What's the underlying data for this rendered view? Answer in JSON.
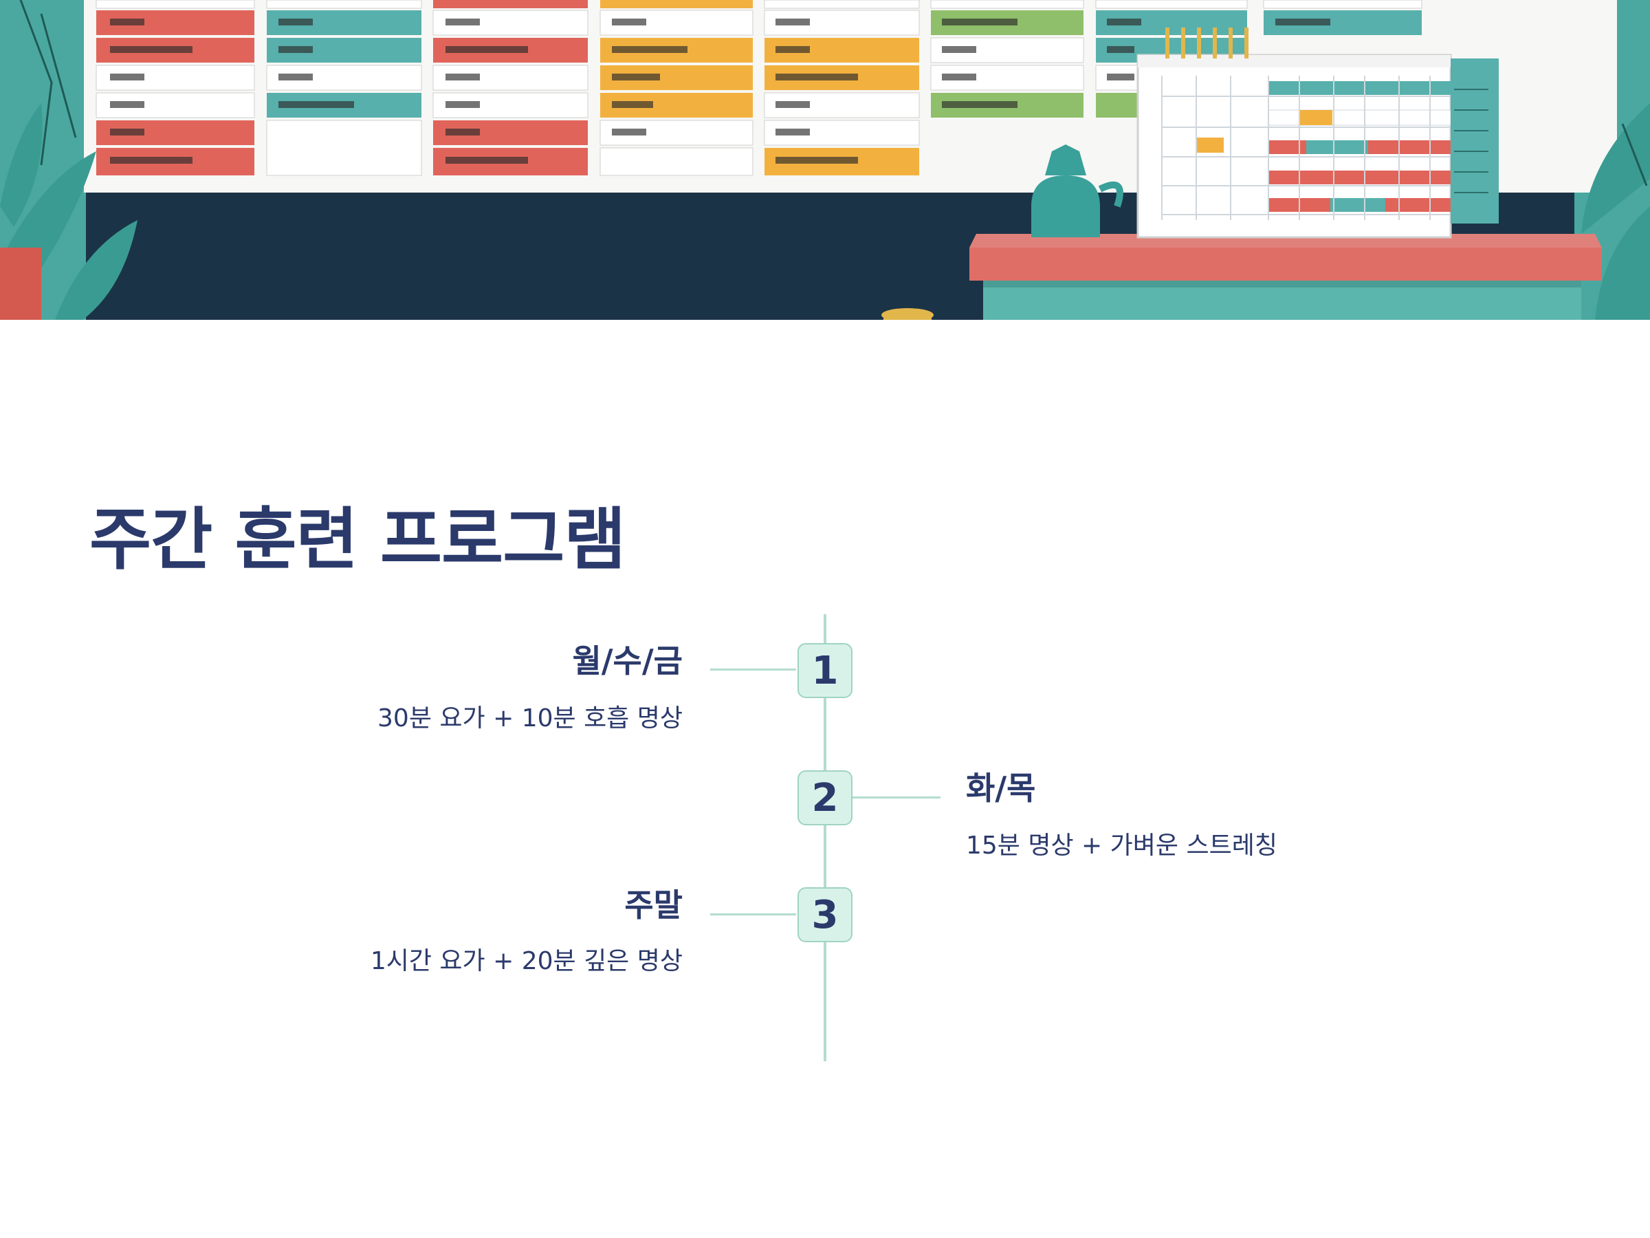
{
  "title": "주간 훈련 프로그램",
  "timeline": {
    "steps": [
      {
        "number": "1",
        "heading": "월/수/금",
        "description": "30분 요가 + 10분 호흡 명상"
      },
      {
        "number": "2",
        "heading": "화/목",
        "description": "15분 명상 + 가벼운 스트레칭"
      },
      {
        "number": "3",
        "heading": "주말",
        "description": "1시간 요가 + 20분 깊은 명상"
      }
    ]
  },
  "colors": {
    "heading": "#2b3a6b",
    "accent": "#b4dccf",
    "marker_bg": "#d8f2ea",
    "hero_bg": "#1b3347"
  }
}
